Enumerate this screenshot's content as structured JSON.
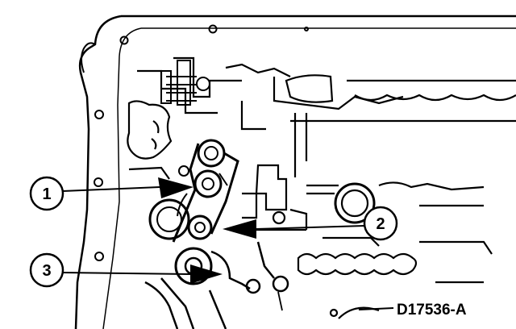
{
  "callouts": [
    {
      "label": "1"
    },
    {
      "label": "2"
    },
    {
      "label": "3"
    }
  ],
  "figure_id": "D17536-A",
  "colors": {
    "ink": "#000000",
    "paper": "#ffffff"
  }
}
